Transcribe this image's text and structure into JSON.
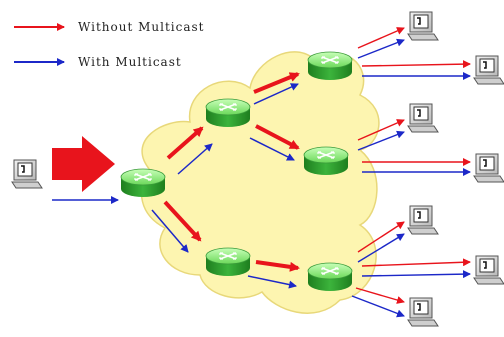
{
  "legend": {
    "without_label": "Without Multicast",
    "with_label": "With Multicast"
  },
  "colors": {
    "without_multicast": "#e8141c",
    "with_multicast": "#1c28c8",
    "cloud_fill": "#fdf5b0",
    "cloud_stroke": "#e8d87a",
    "router_top": "#9ff28a",
    "router_side": "#2fa02f",
    "router_cross": "#ffffff"
  },
  "icons": {
    "router": "router-icon",
    "computer": "computer-icon",
    "cloud": "network-cloud"
  }
}
